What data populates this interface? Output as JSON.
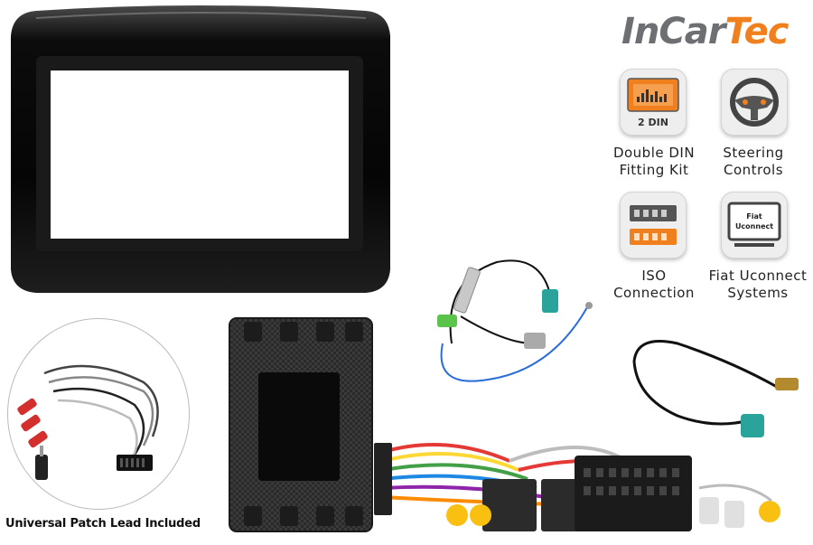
{
  "brand": {
    "part1": "InCar",
    "part2": "Tec",
    "color_grey": "#6d6f72",
    "color_orange": "#f0801e"
  },
  "features": [
    {
      "icon": "double-din-icon",
      "badge": "2 DIN",
      "line1": "Double DIN",
      "line2": "Fitting Kit"
    },
    {
      "icon": "steering-wheel-icon",
      "line1": "Steering",
      "line2": "Controls"
    },
    {
      "icon": "iso-connector-icon",
      "line1": "ISO",
      "line2": "Connection"
    },
    {
      "icon": "uconnect-icon",
      "screen_line1": "Fiat",
      "screen_line2": "Uconnect",
      "line1": "Fiat Uconnect",
      "line2": "Systems"
    }
  ],
  "caption": "Universal Patch Lead Included"
}
